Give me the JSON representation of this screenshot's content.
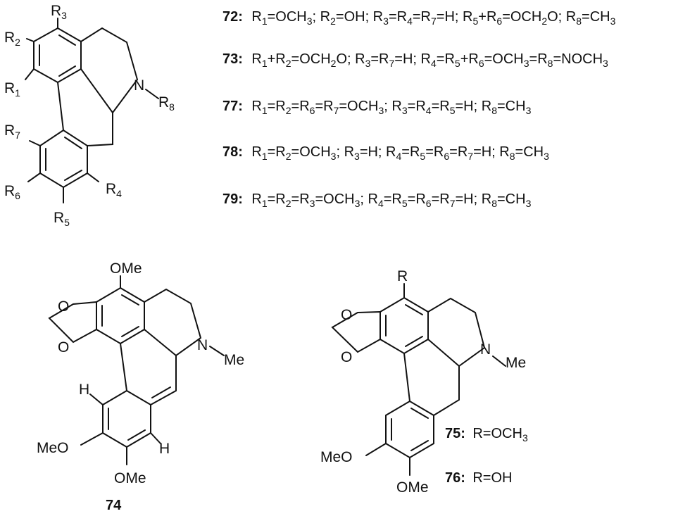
{
  "general_structure": {
    "substituents": [
      "R3",
      "R2",
      "R1",
      "R7",
      "R6",
      "R5",
      "R4",
      "R8"
    ],
    "nitrogen": "N"
  },
  "definitions": [
    {
      "compound": "72:",
      "text": "R1=OCH3; R2=OH; R3=R4=R7=H; R5+R6=OCH2O; R8=CH3"
    },
    {
      "compound": "73:",
      "text": "R1+R2=OCH2O; R3=R7=H; R4=R5+R6=OCH3=R8=NOCH3"
    },
    {
      "compound": "77:",
      "text": "R1=R2=R6=R7=OCH3; R3=R4=R5=H; R8=CH3"
    },
    {
      "compound": "78:",
      "text": "R1=R2=OCH3; R3=H; R4=R5=R6=R7=H; R8=CH3"
    },
    {
      "compound": "79:",
      "text": "R1=R2=R3=OCH3; R4=R5=R6=R7=H; R8=CH3"
    }
  ],
  "compound_74": {
    "label": "74",
    "groups": {
      "top": "OMe",
      "n_methyl": "Me",
      "h_left": "H",
      "h_right": "H",
      "meo": "MeO",
      "ome": "OMe"
    },
    "oxygens": [
      "O",
      "O"
    ],
    "nitrogen": "N"
  },
  "compound_75_76": {
    "groups": {
      "top": "R",
      "n_methyl": "Me",
      "meo": "MeO",
      "ome": "OMe"
    },
    "oxygens": [
      "O",
      "O"
    ],
    "nitrogen": "N",
    "variants": [
      {
        "compound": "75:",
        "text": "R=OCH3"
      },
      {
        "compound": "76:",
        "text": "R=OH"
      }
    ]
  }
}
